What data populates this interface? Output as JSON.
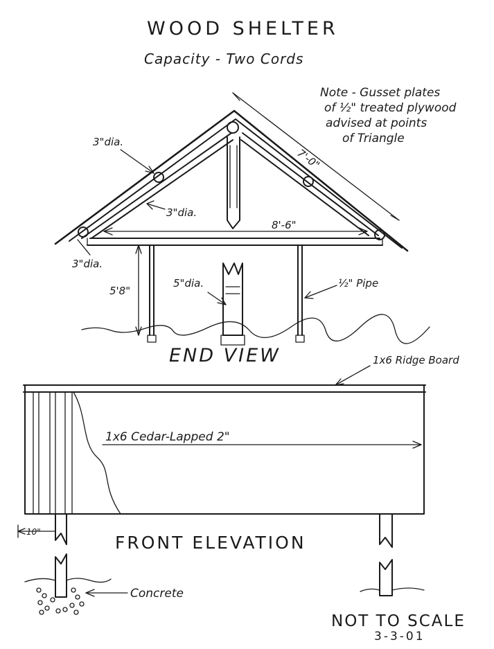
{
  "drawing": {
    "title": "WOOD SHELTER",
    "subtitle": "Capacity - Two Cords",
    "note_lines": [
      "Note - Gusset plates",
      "of ½\" treated plywood",
      "advised at points",
      "of Triangle"
    ],
    "rafter_length": "7'-0\"",
    "label_rafter_dia": "3\"dia.",
    "label_brace_dia": "3\"dia.",
    "label_beam_dia": "3\"dia.",
    "span": "8'-6\"",
    "post_height": "5'8\"",
    "label_center_post": "5\"dia.",
    "label_pipe": "½\" Pipe",
    "end_view_title": "END VIEW",
    "label_ridge_board": "1x6 Ridge Board",
    "label_siding": "1x6 Cedar-Lapped 2\"",
    "overhang": "10\"",
    "front_elevation_title": "FRONT ELEVATION",
    "label_concrete": "Concrete",
    "scale_note": "NOT TO SCALE",
    "date": "3-3-01"
  }
}
